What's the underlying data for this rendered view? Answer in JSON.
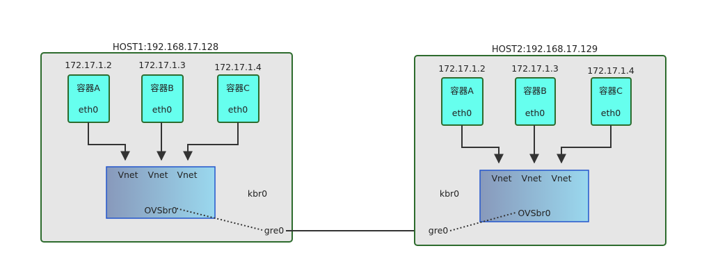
{
  "colors": {
    "host_fill": "#e6e6e6",
    "host_stroke": "#2d6b2d",
    "container_fill": "#66ffee",
    "container_stroke": "#2d6b2d",
    "bridge_stroke": "#2255cc",
    "bridge_grad_start": "#8899bb",
    "bridge_grad_end": "#9ad8ee",
    "line": "#333333"
  },
  "hosts": [
    {
      "title": "HOST1:192.168.17.128",
      "bridge_label": "kbr0",
      "ovs_label": "OVSbr0",
      "gre_label": "gre0",
      "vnets": [
        "Vnet",
        "Vnet",
        "Vnet"
      ],
      "containers": [
        {
          "ip": "172.17.1.2",
          "name": "容器A",
          "iface": "eth0"
        },
        {
          "ip": "172.17.1.3",
          "name": "容器B",
          "iface": "eth0"
        },
        {
          "ip": "172.17.1.4",
          "name": "容器C",
          "iface": "eth0"
        }
      ]
    },
    {
      "title": "HOST2:192.168.17.129",
      "bridge_label": "kbr0",
      "ovs_label": "OVSbr0",
      "gre_label": "gre0",
      "vnets": [
        "Vnet",
        "Vnet",
        "Vnet"
      ],
      "containers": [
        {
          "ip": "172.17.1.2",
          "name": "容器A",
          "iface": "eth0"
        },
        {
          "ip": "172.17.1.3",
          "name": "容器B",
          "iface": "eth0"
        },
        {
          "ip": "172.17.1.4",
          "name": "容器C",
          "iface": "eth0"
        }
      ]
    }
  ]
}
